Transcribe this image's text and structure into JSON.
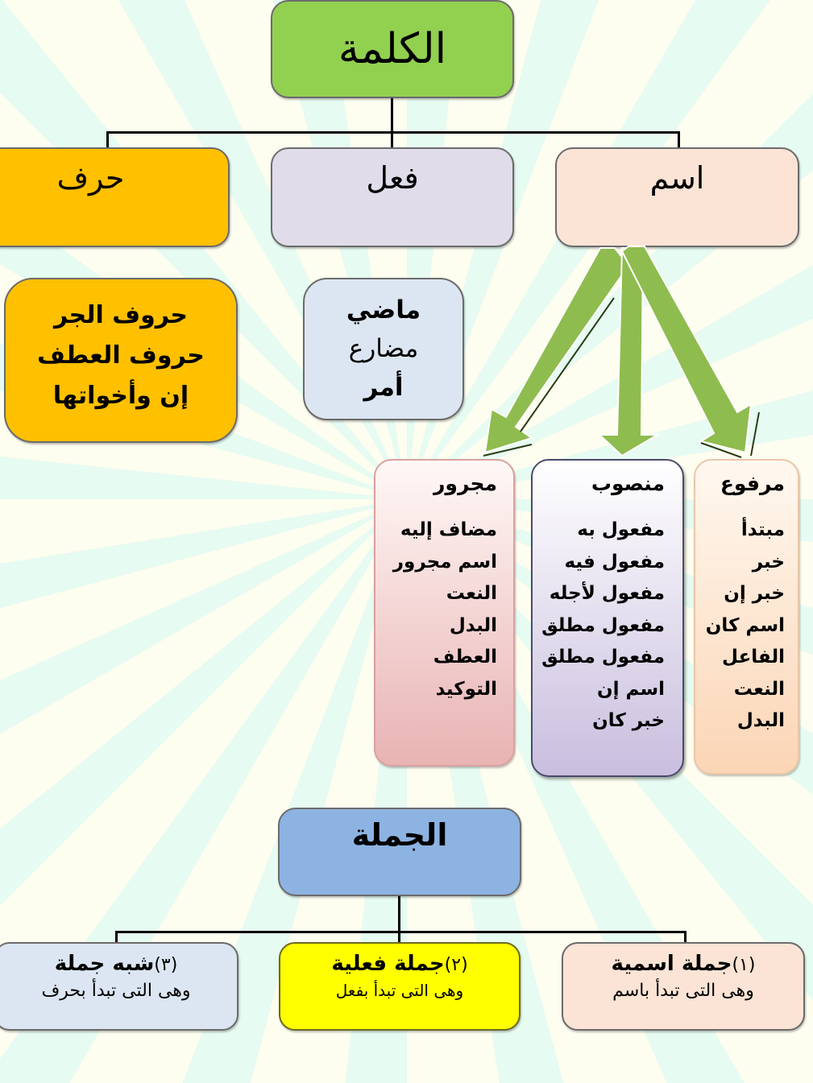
{
  "word": {
    "title": "الكلمة",
    "types": [
      {
        "label": "اسم",
        "color": "#fbe4d5"
      },
      {
        "label": "فعل",
        "color": "#e0dcea"
      },
      {
        "label": "حرف",
        "color": "#ffc000"
      }
    ],
    "verb_tenses": [
      "ماضي",
      "مضارع",
      "أمر"
    ],
    "particles": [
      "حروف الجر",
      "حروف العطف",
      "إن وأخواتها"
    ],
    "noun_cases": [
      {
        "title": "مرفوع",
        "items": [
          "مبتدأ",
          "خبر",
          "خبر إن",
          "اسم كان",
          "الفاعل",
          "النعت",
          "البدل"
        ]
      },
      {
        "title": "منصوب",
        "items": [
          "مفعول به",
          "مفعول فيه",
          "مفعول لأجله",
          "مفعول مطلق",
          "مفعول مطلق",
          "اسم إن",
          "خبر كان"
        ]
      },
      {
        "title": "مجرور",
        "items": [
          "مضاف إليه",
          "اسم مجرور",
          "النعت",
          "البدل",
          "العطف",
          "التوكيد"
        ]
      }
    ]
  },
  "sentence": {
    "title": "الجملة",
    "types": [
      {
        "number": "(١)",
        "label": "جملة اسمية",
        "desc": "وهى التى تبدأ باسم",
        "color": "#fbe4d5"
      },
      {
        "number": "(٢)",
        "label": "جملة فعلية",
        "desc": "وهى التى تبدأ بفعل",
        "color": "#ffff00"
      },
      {
        "number": "(٣)",
        "label": "شبه جملة",
        "desc": "وهى التى تبدأ بحرف",
        "color": "#dce6f2"
      }
    ]
  },
  "colors": {
    "word_title": "#92d050",
    "sentence_title": "#8db3e2",
    "arrow": "#8fbc4f",
    "verb_tenses_box": "#dce6f2",
    "particles_box": "#ffc000"
  }
}
